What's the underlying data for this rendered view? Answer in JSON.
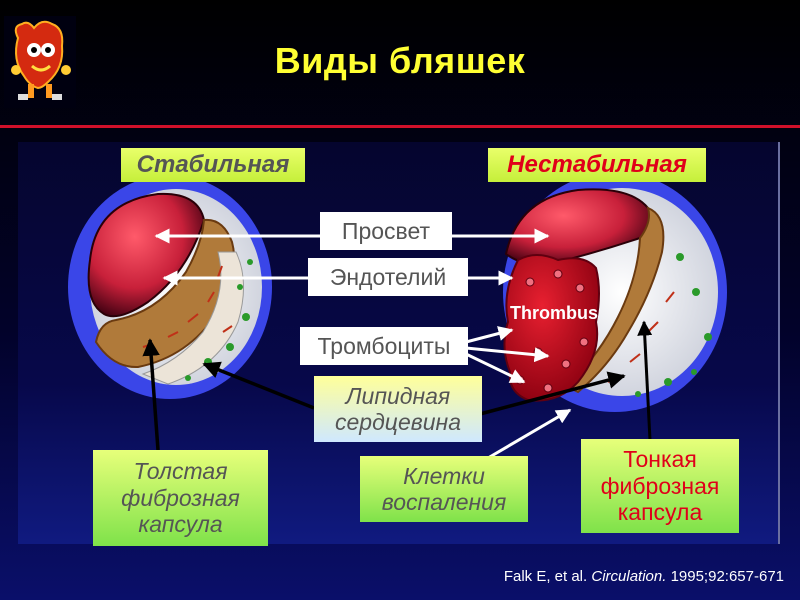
{
  "title": "Виды бляшек",
  "headers": {
    "stable": "Стабильная",
    "unstable": "Нестабильная"
  },
  "labels": {
    "lumen": "Просвет",
    "endothelium": "Эндотелий",
    "platelets": "Тромбоциты",
    "lipid_core_line1": "Липидная",
    "lipid_core_line2": "сердцевина",
    "inflammatory_line1": "Клетки",
    "inflammatory_line2": "воспаления",
    "thick_cap_line1": "Толстая",
    "thick_cap_line2": "фиброзная",
    "thick_cap_line3": "капсула",
    "thin_cap_line1": "Тонкая",
    "thin_cap_line2": "фиброзная",
    "thin_cap_line3": "капсула",
    "thrombus": "Thrombus"
  },
  "citation": {
    "authors": "Falk E, et al.",
    "journal": "Circulation.",
    "details": "1995;92:657-671"
  },
  "colors": {
    "title": "#ffff33",
    "rule": "#d0102a",
    "vessel_outer": "#3a46e8",
    "lumen": "#c8203a",
    "thrombus": "#cc1020",
    "fibrous_cap": "#b07a3a",
    "accent_red": "#e0001a"
  },
  "icons": {
    "logo": "heart-character-icon"
  }
}
